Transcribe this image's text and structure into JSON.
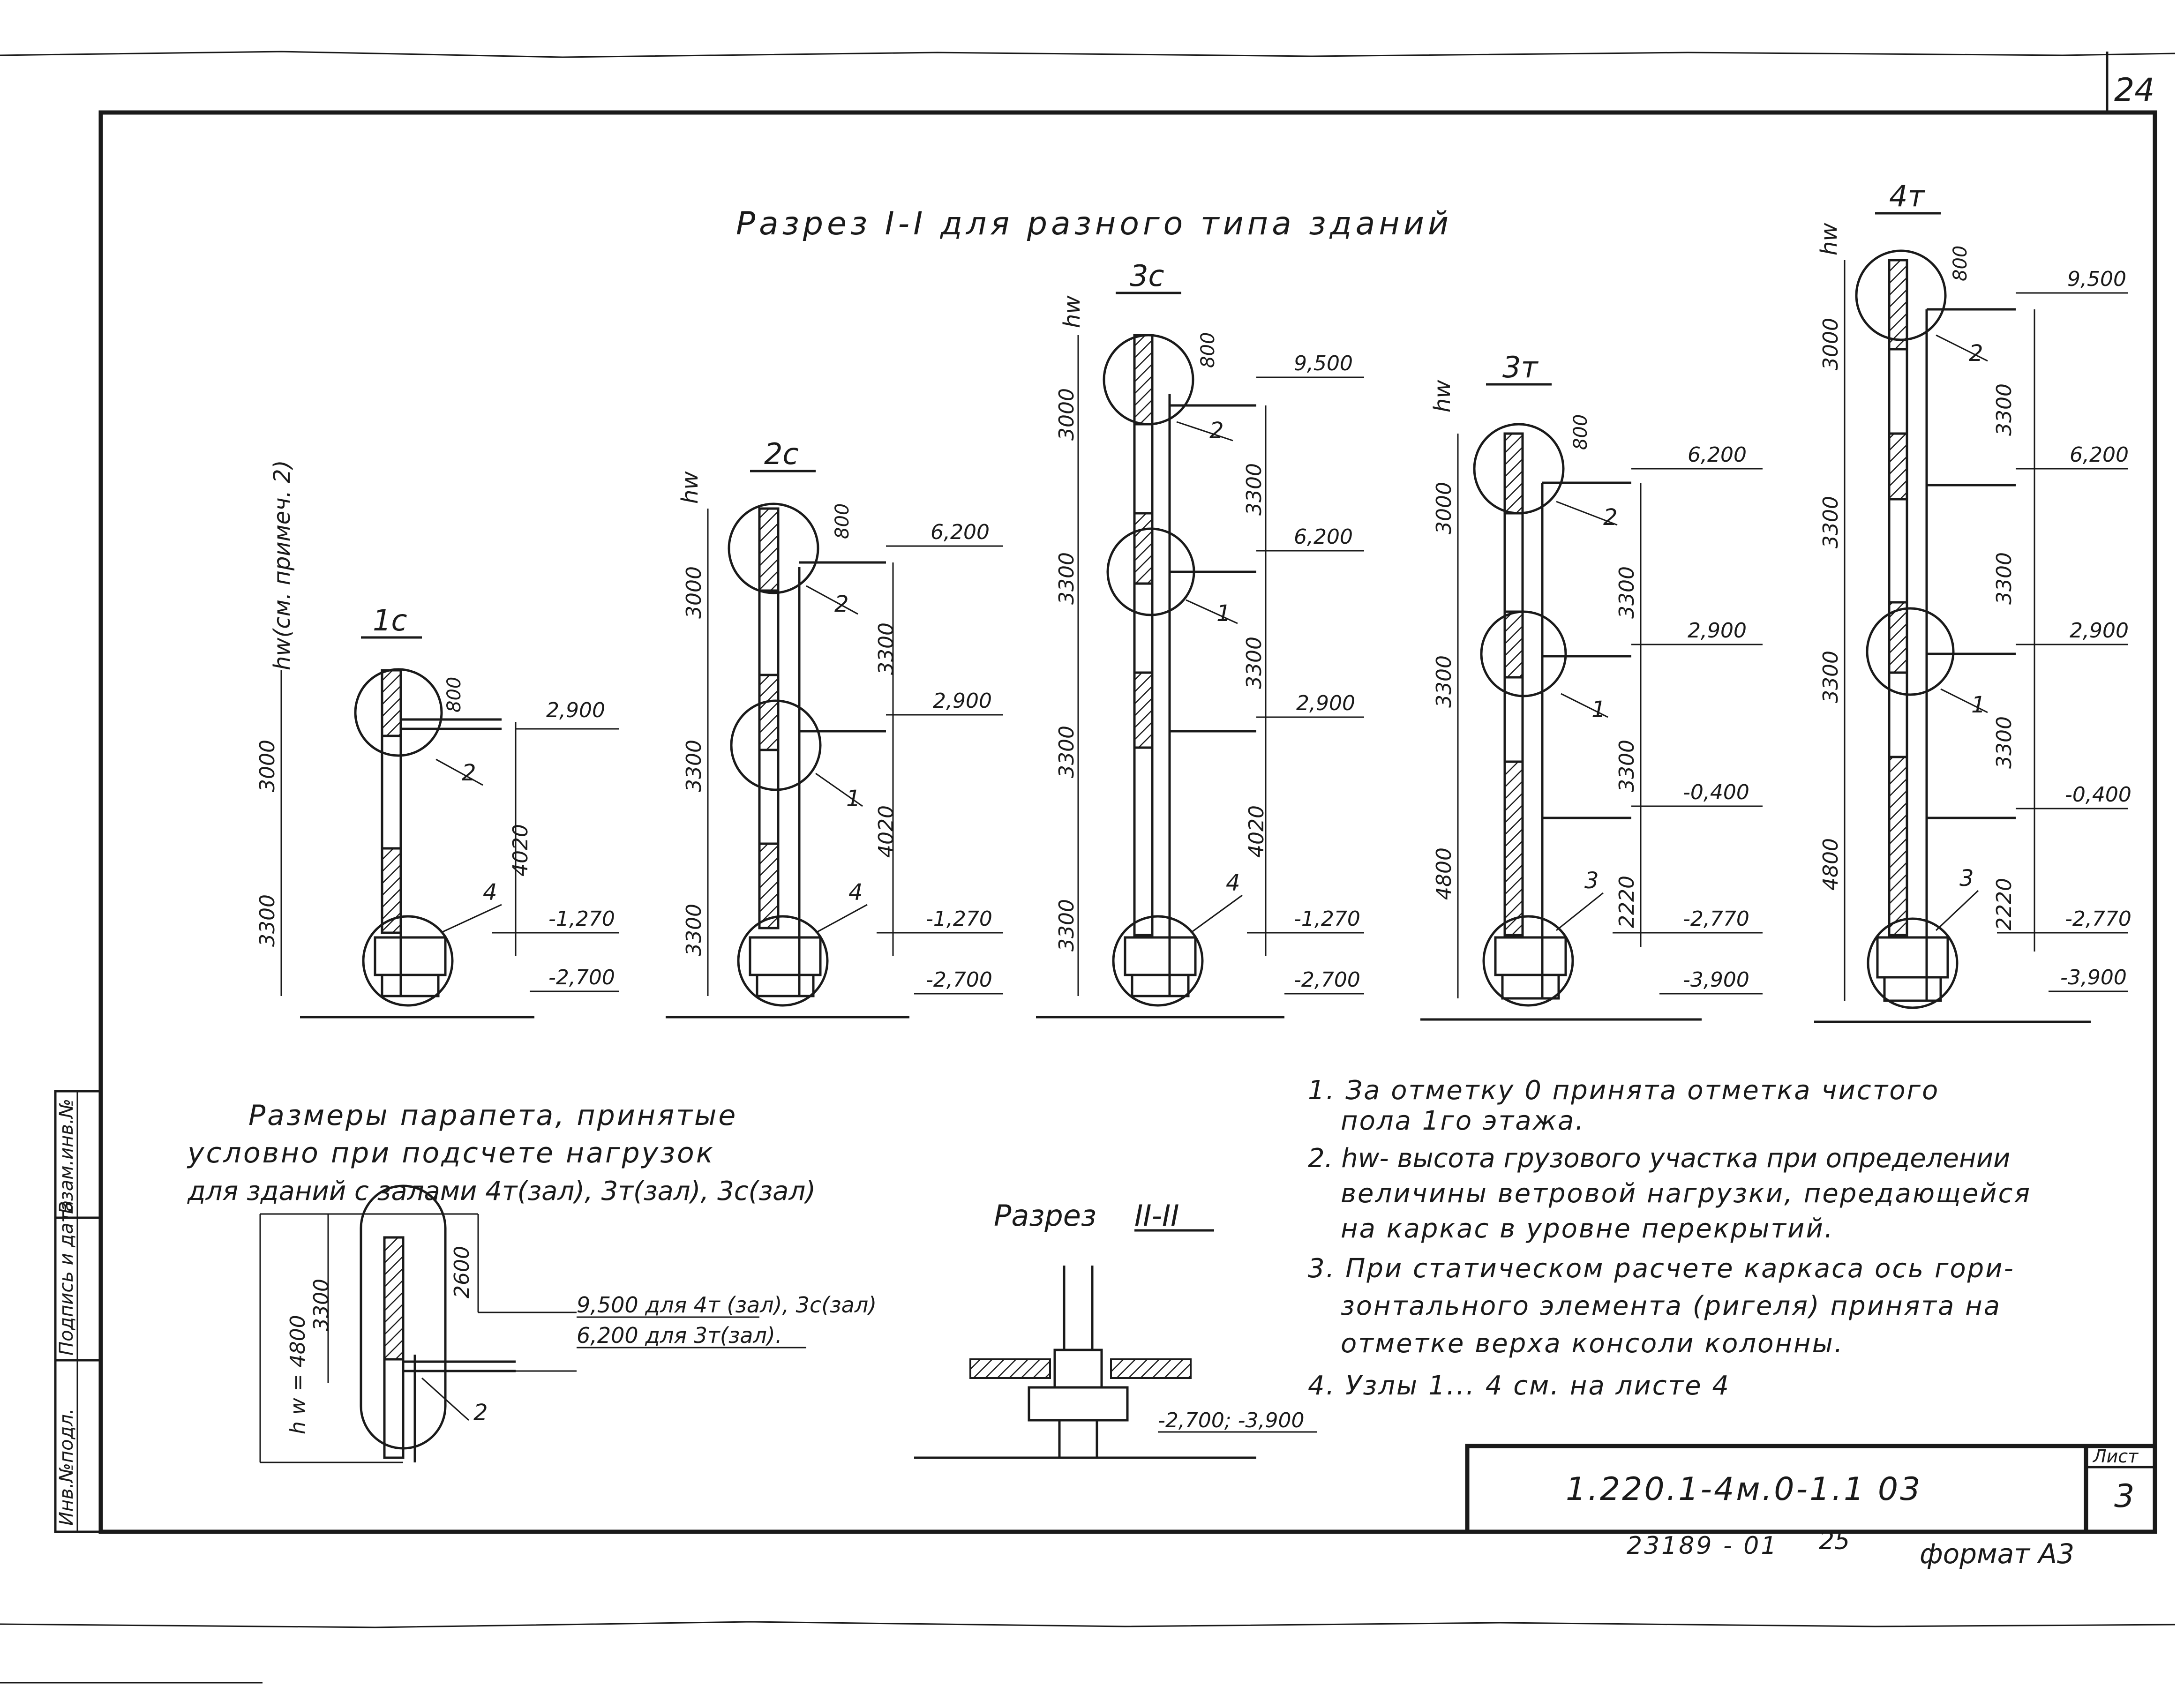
{
  "sheet": {
    "page_number": "24",
    "main_title": "Разрез I-I для разного типа зданий",
    "designation": "1.220.1-4м.0-1.1  03",
    "sheet_label": "Лист",
    "sheet_number": "3",
    "inventory_number": "23189 - 01",
    "inventory_suffix": "25",
    "format": "формат А3",
    "side_stamp": [
      "Инв.№подл.",
      "Подпись и дата",
      "Взам.инв.№"
    ]
  },
  "sections": [
    {
      "label": "1с",
      "hw": "hw(см. примеч. 2)",
      "dims_left": [
        "3000",
        "3300"
      ],
      "dim_inner": [
        "800",
        "4020"
      ],
      "levels": [
        "2,900",
        "-1,270",
        "-2,700"
      ],
      "nodes": [
        "2",
        "4"
      ]
    },
    {
      "label": "2с",
      "hw": "hw",
      "dims_left": [
        "3000",
        "3300",
        "3300"
      ],
      "dim_inner": [
        "800",
        "3300",
        "4020"
      ],
      "levels": [
        "6,200",
        "2,900",
        "-1,270",
        "-2,700"
      ],
      "nodes": [
        "2",
        "1",
        "4"
      ]
    },
    {
      "label": "3с",
      "hw": "hw",
      "dims_left": [
        "3000",
        "3300",
        "3300",
        "3300"
      ],
      "dim_inner": [
        "800",
        "3300",
        "3300",
        "4020"
      ],
      "levels": [
        "9,500",
        "6,200",
        "2,900",
        "-1,270",
        "-2,700"
      ],
      "nodes": [
        "2",
        "1",
        "4"
      ]
    },
    {
      "label": "3т",
      "hw": "hw",
      "dims_left": [
        "3000",
        "3300",
        "4800"
      ],
      "dim_inner": [
        "800",
        "3300",
        "3300",
        "2220"
      ],
      "levels": [
        "6,200",
        "2,900",
        "-0,400",
        "-2,770",
        "-3,900"
      ],
      "nodes": [
        "2",
        "1",
        "3"
      ]
    },
    {
      "label": "4т",
      "hw": "hw",
      "dims_left": [
        "3000",
        "3300",
        "3300",
        "4800"
      ],
      "dim_inner": [
        "800",
        "3300",
        "3300",
        "3300",
        "2220"
      ],
      "levels": [
        "9,500",
        "6,200",
        "2,900",
        "-0,400",
        "-2,770",
        "-3,900"
      ],
      "nodes": [
        "2",
        "1",
        "3"
      ]
    }
  ],
  "parapet": {
    "caption": [
      "Размеры парапета, принятые",
      "условно при подсчете нагрузок",
      "для зданий с залами 4т(зал), 3т(зал), 3с(зал)"
    ],
    "hw": "h w = 4800",
    "dim_outer": "3300",
    "dim_inner": "2600",
    "level_line1": "9,500 для 4т (зал), 3с(зал)",
    "level_line2": "6,200 для 3т(зал).",
    "node": "2"
  },
  "section2": {
    "title": "Разрез",
    "roman": "II-II",
    "levels": "-2,700; -3,900"
  },
  "notes": [
    "1. За отметку 0 принята отметка чистого",
    "пола 1го этажа.",
    "2. hw- высота грузового участка при определении",
    "величины ветровой нагрузки, передающейся",
    "на каркас в уровне перекрытий.",
    "3. При статическом расчете каркаса ось гори-",
    "зонтального элемента (ригеля) принята на",
    "отметке верха консоли колонны.",
    "4. Узлы 1... 4 см. на листе 4"
  ]
}
